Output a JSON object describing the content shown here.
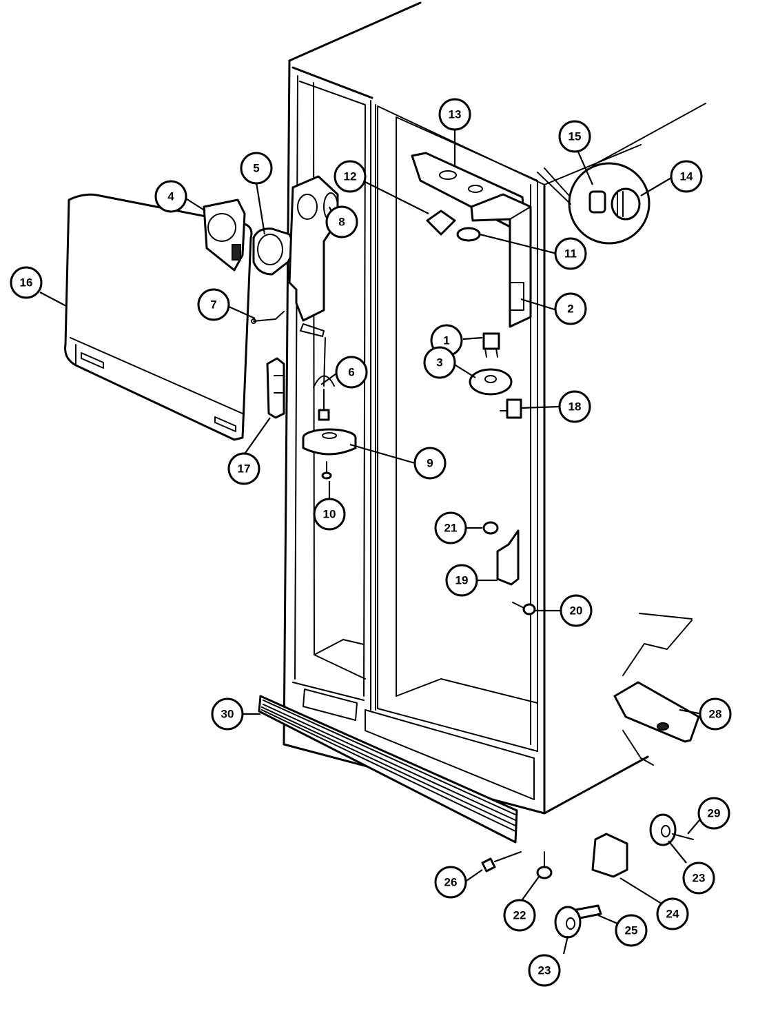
{
  "callouts": [
    {
      "id": "c1",
      "label": "1"
    },
    {
      "id": "c2",
      "label": "2"
    },
    {
      "id": "c3",
      "label": "3"
    },
    {
      "id": "c4",
      "label": "4"
    },
    {
      "id": "c5",
      "label": "5"
    },
    {
      "id": "c6",
      "label": "6"
    },
    {
      "id": "c7",
      "label": "7"
    },
    {
      "id": "c8",
      "label": "8"
    },
    {
      "id": "c9",
      "label": "9"
    },
    {
      "id": "c10",
      "label": "10"
    },
    {
      "id": "c11",
      "label": "11"
    },
    {
      "id": "c12",
      "label": "12"
    },
    {
      "id": "c13",
      "label": "13"
    },
    {
      "id": "c14",
      "label": "14"
    },
    {
      "id": "c15",
      "label": "15"
    },
    {
      "id": "c16",
      "label": "16"
    },
    {
      "id": "c17",
      "label": "17"
    },
    {
      "id": "c18",
      "label": "18"
    },
    {
      "id": "c19",
      "label": "19"
    },
    {
      "id": "c20",
      "label": "20"
    },
    {
      "id": "c21",
      "label": "21"
    },
    {
      "id": "c22",
      "label": "22"
    },
    {
      "id": "c23a",
      "label": "23"
    },
    {
      "id": "c23b",
      "label": "23"
    },
    {
      "id": "c24",
      "label": "24"
    },
    {
      "id": "c25",
      "label": "25"
    },
    {
      "id": "c26",
      "label": "26"
    },
    {
      "id": "c28",
      "label": "28"
    },
    {
      "id": "c29",
      "label": "29"
    },
    {
      "id": "c30",
      "label": "30"
    }
  ]
}
